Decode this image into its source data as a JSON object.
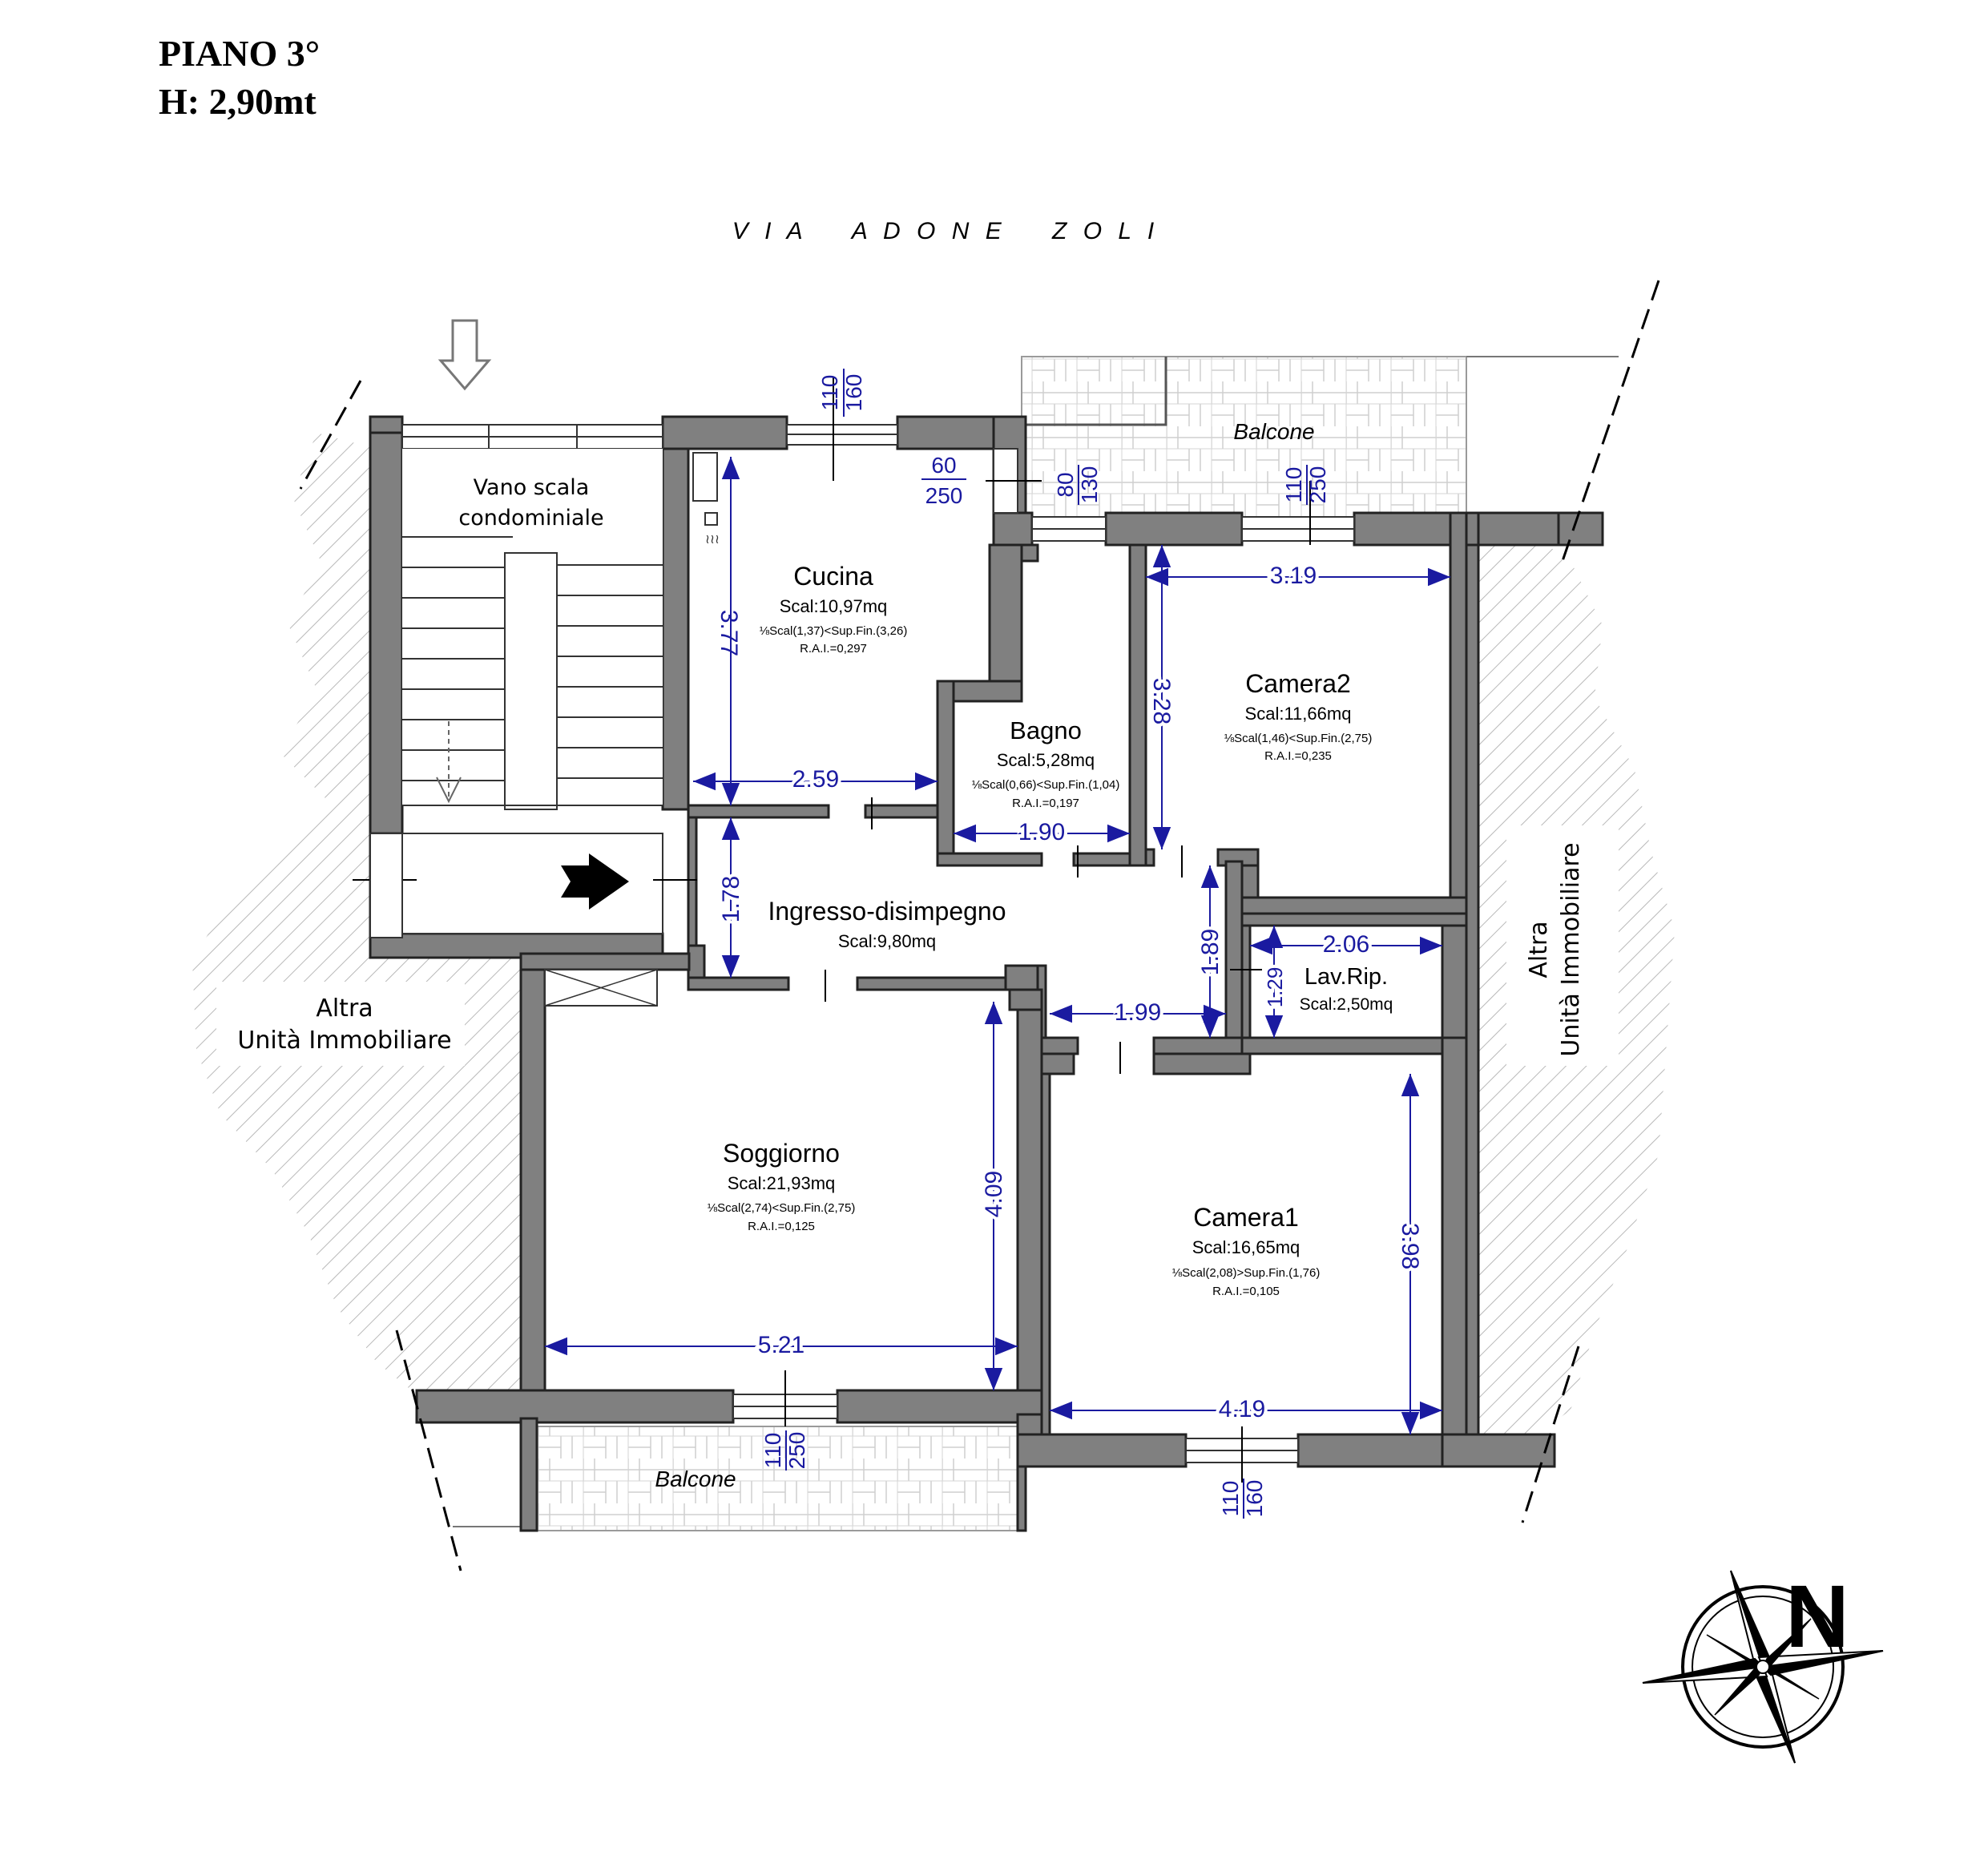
{
  "header": {
    "floor": "PIANO 3°",
    "height": "H: 2,90mt"
  },
  "street": "V I A    A D O N E    Z O L I",
  "stair": {
    "line1": "Vano scala",
    "line2": "condominiale"
  },
  "neighbors": {
    "left_line1": "Altra",
    "left_line2": "Unità Immobiliare",
    "right_line1": "Altra",
    "right_line2": "Unità Immobiliare"
  },
  "rooms": {
    "cucina": {
      "name": "Cucina",
      "scal": "Scal:10,97mq",
      "ratio": "⅛Scal(1,37)<Sup.Fin.(3,26)",
      "rai": "R.A.I.=0,297"
    },
    "bagno": {
      "name": "Bagno",
      "scal": "Scal:5,28mq",
      "ratio": "⅛Scal(0,66)<Sup.Fin.(1,04)",
      "rai": "R.A.I.=0,197"
    },
    "camera2": {
      "name": "Camera2",
      "scal": "Scal:11,66mq",
      "ratio": "⅛Scal(1,46)<Sup.Fin.(2,75)",
      "rai": "R.A.I.=0,235"
    },
    "ingresso": {
      "name": "Ingresso-disimpegno",
      "scal": "Scal:9,80mq"
    },
    "lavrip": {
      "name": "Lav.Rip.",
      "scal": "Scal:2,50mq"
    },
    "soggiorno": {
      "name": "Soggiorno",
      "scal": "Scal:21,93mq",
      "ratio": "⅛Scal(2,74)<Sup.Fin.(2,75)",
      "rai": "R.A.I.=0,125"
    },
    "camera1": {
      "name": "Camera1",
      "scal": "Scal:16,65mq",
      "ratio": "⅛Scal(2,08)>Sup.Fin.(1,76)",
      "rai": "R.A.I.=0,105"
    }
  },
  "balconies": {
    "top": "Balcone",
    "bottom": "Balcone"
  },
  "dimensions": {
    "cucina_h": "3.77",
    "cucina_w": "2.59",
    "bagno_w": "1.90",
    "camera2_w": "3.19",
    "camera2_h": "3.28",
    "ingresso_h": "1.78",
    "ingresso_h2": "1.89",
    "ingresso_w": "1.99",
    "lavrip_w": "2.06",
    "lavrip_h": "1.29",
    "soggiorno_h": "4.09",
    "soggiorno_w": "5.21",
    "camera1_h": "3.98",
    "camera1_w": "4.19"
  },
  "windows": {
    "w1_top": "110",
    "w1_bot": "160",
    "w2_top": "60",
    "w2_bot": "250",
    "w3_top": "80",
    "w3_bot": "130",
    "w4_top": "110",
    "w4_bot": "250",
    "w5_top": "110",
    "w5_bot": "250",
    "w6_top": "110",
    "w6_bot": "160"
  },
  "compass": "N",
  "colors": {
    "wall": "#808080",
    "dimension": "#1a1aa0",
    "hatch": "#b4b4b4",
    "tile": "#c8c8c8"
  }
}
